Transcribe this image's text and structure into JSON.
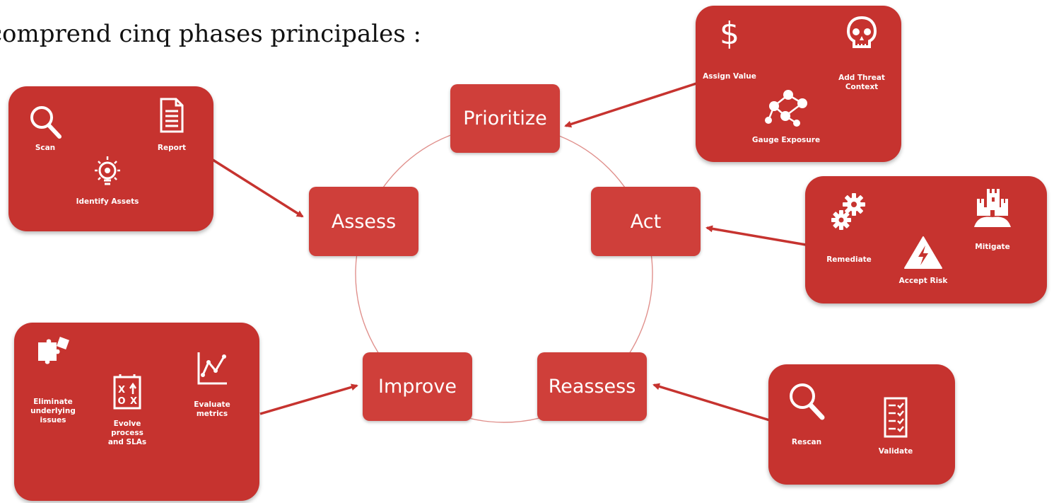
{
  "heading": "comprend cinq phases principales :",
  "phases": {
    "prioritize": "Prioritize",
    "assess": "Assess",
    "act": "Act",
    "improve": "Improve",
    "reassess": "Reassess"
  },
  "panels": {
    "assess": {
      "scan": "Scan",
      "report": "Report",
      "identify_assets": "Identify Assets"
    },
    "prioritize": {
      "assign_value": "Assign Value",
      "add_threat_context": "Add Threat\nContext",
      "gauge_exposure": "Gauge Exposure"
    },
    "act": {
      "remediate": "Remediate",
      "mitigate": "Mitigate",
      "accept_risk": "Accept Risk"
    },
    "improve": {
      "eliminate": "Eliminate\nunderlying\nissues",
      "evolve": "Evolve\nprocess\nand SLAs",
      "evaluate": "Evaluate\nmetrics"
    },
    "reassess": {
      "rescan": "Rescan",
      "validate": "Validate"
    }
  },
  "icons": {
    "dollar": "dollar-icon",
    "skull": "skull-icon",
    "network": "network-icon",
    "search": "search-icon",
    "document": "document-icon",
    "bulb": "lightbulb-icon",
    "gears": "gears-icon",
    "castle": "castle-icon",
    "warning": "warning-icon",
    "puzzle": "puzzle-icon",
    "strategy": "strategy-icon",
    "chart": "line-chart-icon",
    "checklist": "checklist-icon"
  },
  "colors": {
    "phase": "#cf3f3a",
    "panel": "#c6332f",
    "arrow": "#c6332f",
    "circle": "#e0908c"
  }
}
